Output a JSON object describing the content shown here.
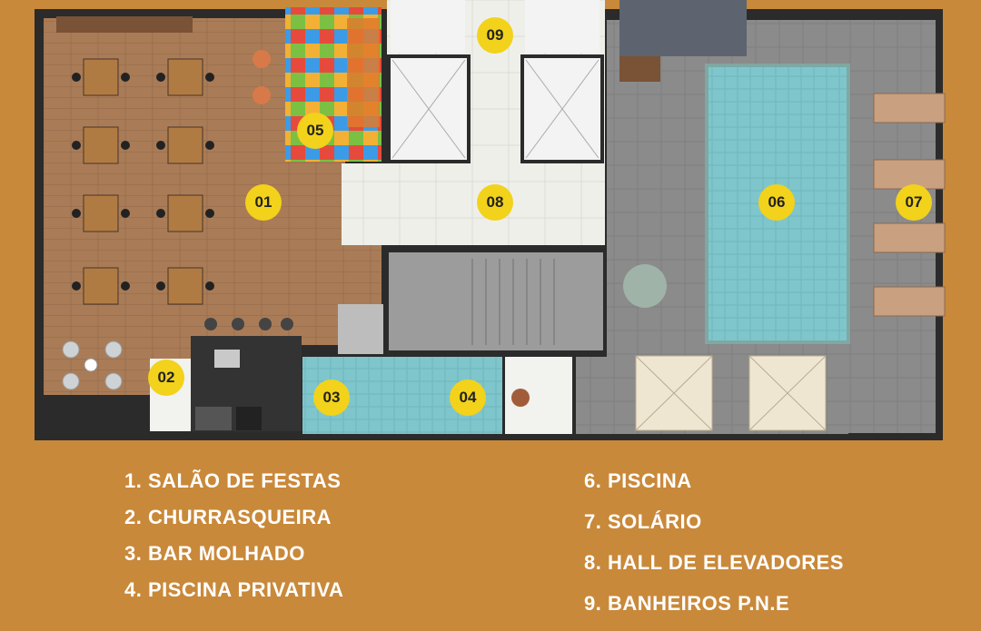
{
  "colors": {
    "background": "#c9893a",
    "badge": "#f2d21b",
    "wood_floor": "#a97c57",
    "pool_water": "#7fc6cc",
    "deck": "#8a8a8a",
    "hall_floor": "#efefea",
    "wall": "#2b2b2b"
  },
  "badges": [
    "01",
    "02",
    "03",
    "04",
    "05",
    "06",
    "07",
    "08",
    "09"
  ],
  "legend": {
    "left": [
      "1. SALÃO DE FESTAS",
      "2. CHURRASQUEIRA",
      "3. BAR MOLHADO",
      "4. PISCINA PRIVATIVA"
    ],
    "right": [
      "6. PISCINA",
      "7. SOLÁRIO",
      "8. HALL DE ELEVADORES",
      "9. BANHEIROS P.N.E"
    ]
  }
}
